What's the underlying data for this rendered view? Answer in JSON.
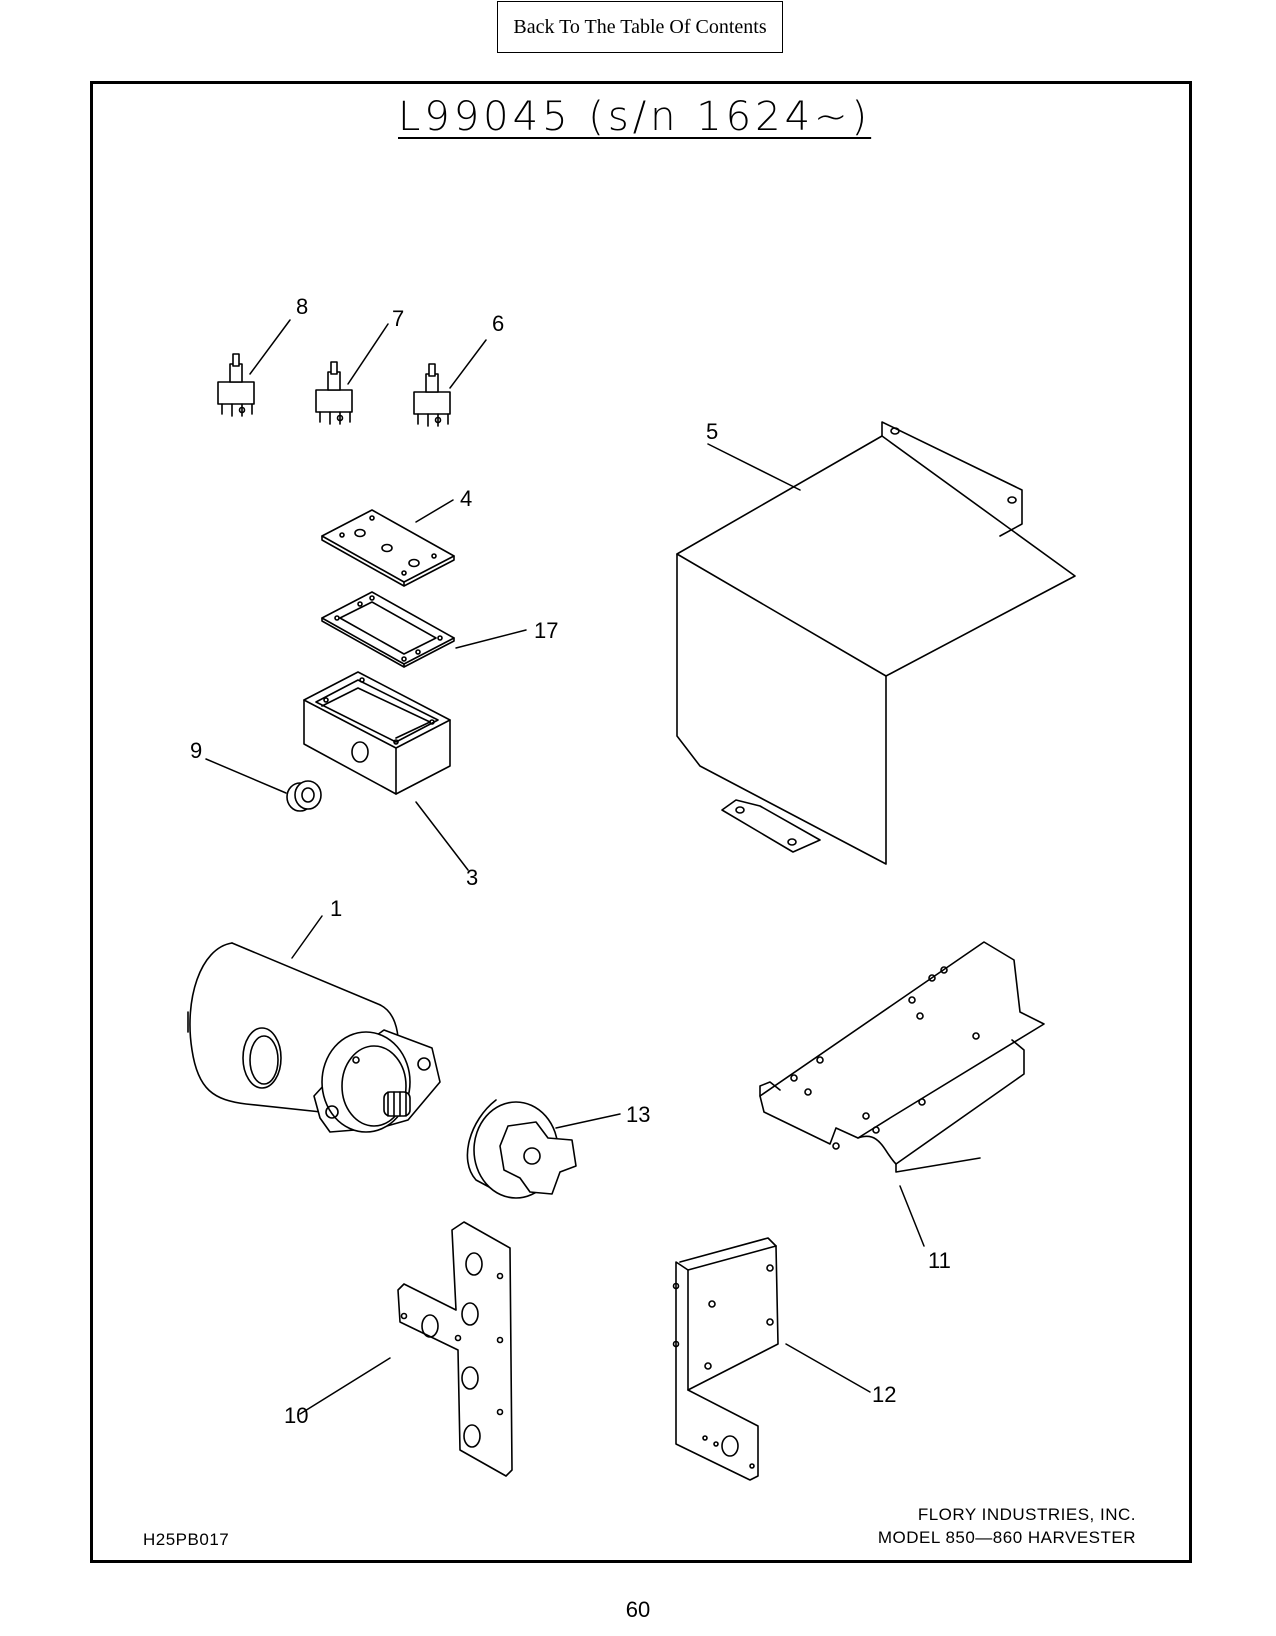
{
  "toc_link": "Back To The Table Of Contents",
  "title": "L99045 (s/n 1624~)",
  "callouts": [
    "1",
    "3",
    "4",
    "5",
    "6",
    "7",
    "8",
    "9",
    "10",
    "11",
    "12",
    "13",
    "17"
  ],
  "drawing_number": "H25PB017",
  "company": "FLORY INDUSTRIES, INC.",
  "model": "MODEL 850—860 HARVESTER",
  "page_number": "60"
}
